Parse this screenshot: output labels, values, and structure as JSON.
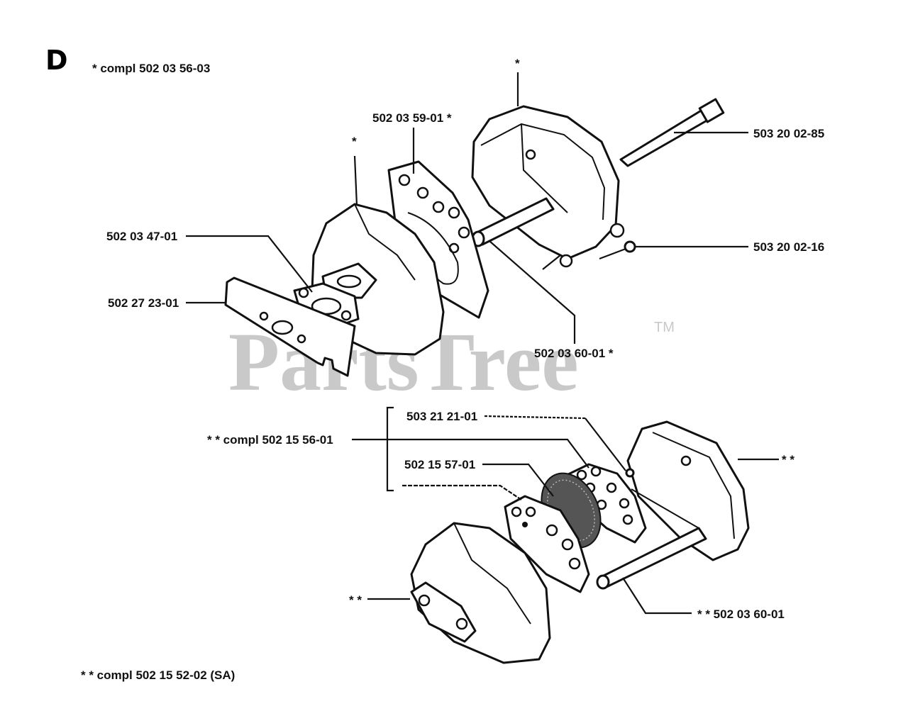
{
  "section_letter": "D",
  "watermark": {
    "text": "PartsTree",
    "trademark": "TM"
  },
  "upper_assembly": {
    "complete_note": "*  compl 502 03 56-03",
    "star_cover": "*",
    "star_body": "*",
    "gasket_label": "502 03 59-01  *",
    "bolt_long_label": "503 20 02-85",
    "screw_label": "503 20 02-16",
    "gasket_small_label": "502 03 47-01",
    "plate_label": "502 27 23-01",
    "pin_label": "502 03 60-01  *"
  },
  "lower_assembly": {
    "label_503_21_21": "503 21 21-01",
    "complete_label": "* *  compl 502 15 56-01",
    "screen_label": "502 15 57-01",
    "cover_star": "* *",
    "body_star": "* *",
    "pin_label": "* *  502 03 60-01",
    "complete_note": "* *  compl 502 15 52-02 (SA)"
  }
}
